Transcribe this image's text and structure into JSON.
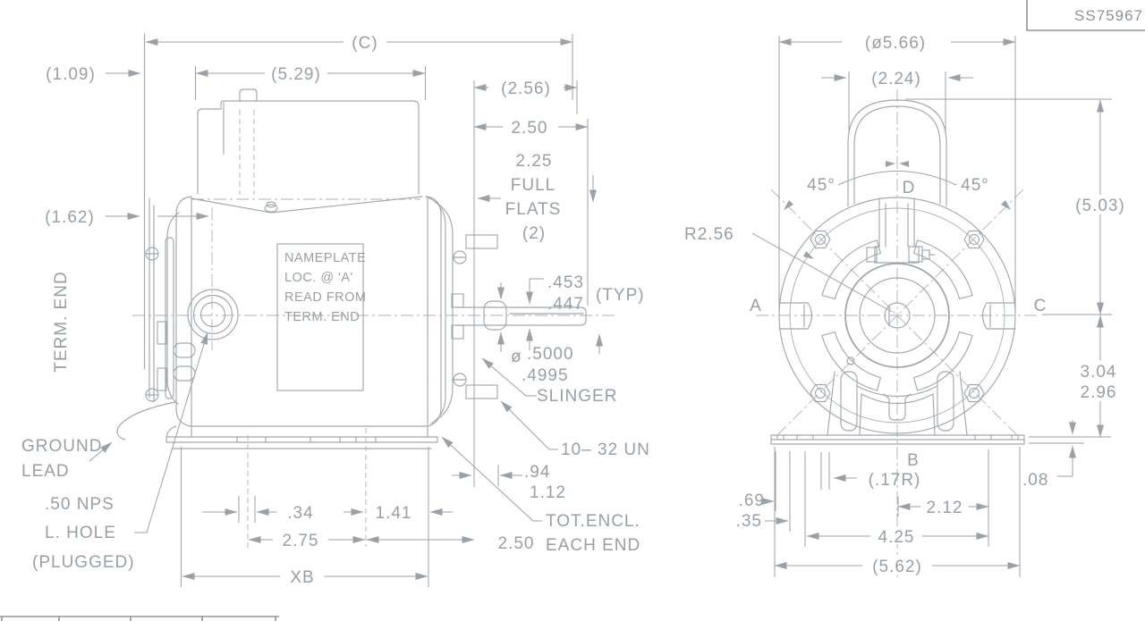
{
  "colors": {
    "line": "#a0a8ad",
    "text": "#96a0a6",
    "background": "#ffffff"
  },
  "title_block": {
    "drawing_number": "SS75967"
  },
  "side_view": {
    "dim_overall_length": "(C)",
    "dim_1_09": "(1.09)",
    "dim_5_29": "(5.29)",
    "dim_2_56": "(2.56)",
    "dim_shaft_ext": "2.50",
    "flats_len": "2.25",
    "flats_word1": "FULL",
    "flats_word2": "FLATS",
    "flats_count": "(2)",
    "dim_1_62": "(1.62)",
    "term_end": "TERM. END",
    "ground_line1": "GROUND",
    "ground_line2": "LEAD",
    "nps_line1": ".50 NPS",
    "nps_line2": "L. HOLE",
    "nps_line3": "(PLUGGED)",
    "nameplate_line1": "NAMEPLATE",
    "nameplate_line2": "LOC. @ 'A'",
    "nameplate_line3": "READ FROM",
    "nameplate_line4": "TERM. END",
    "flat_depth_max": ".453",
    "flat_depth_min": ".447",
    "flat_typ": "(TYP)",
    "shaft_dia_sym": "ø",
    "shaft_dia_max": ".5000",
    "shaft_dia_min": ".4995",
    "slinger": "SLINGER",
    "thread_spec": "10– 32 UN",
    "dim_94": ".94",
    "dim_1_12": "1.12",
    "tot_encl_line1": "TOT.ENCL.",
    "tot_encl_line2": "EACH END",
    "dim_2_50_bottom": "2.50",
    "dim_34": ".34",
    "dim_1_41": "1.41",
    "dim_2_75": "2.75",
    "dim_xb": "XB"
  },
  "end_view": {
    "dim_dia_5_66": "(ø5.66)",
    "dim_2_24": "(2.24)",
    "angle_left": "45°",
    "angle_right": "45°",
    "label_d": "D",
    "radius_2_56": "R2.56",
    "label_a": "A",
    "label_c": "C",
    "label_b": "B",
    "dim_5_03": "(5.03)",
    "dim_3_04": "3.04",
    "dim_2_96": "2.96",
    "dim_08": ".08",
    "dim_17r": "(.17R)",
    "dim_69": ".69",
    "dim_35": ".35",
    "dim_2_12": "2.12",
    "dim_4_25": "4.25",
    "dim_5_62": "(5.62)"
  }
}
